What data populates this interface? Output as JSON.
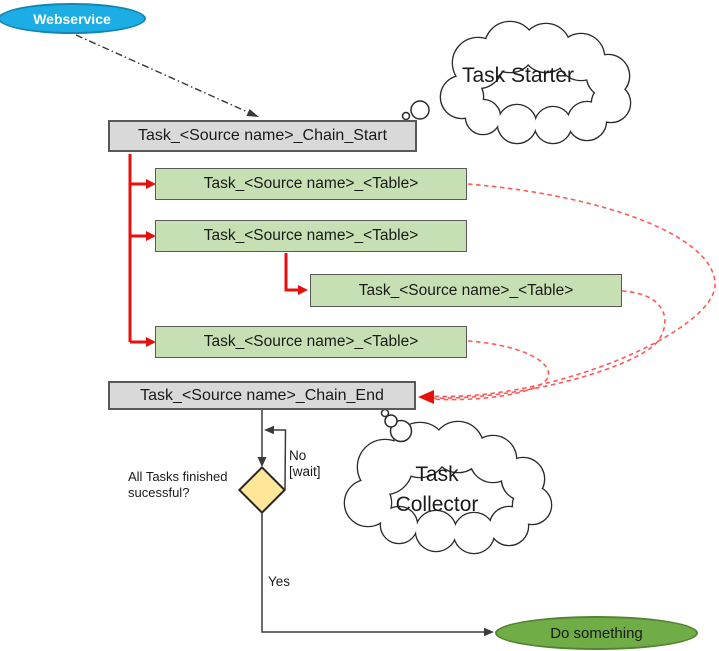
{
  "colors": {
    "red": "#e8100c",
    "red-dashed": "#ff5a5a",
    "line-black": "#3a3a3a",
    "blue-fill": "#1cade4",
    "blue-border": "#1585b5",
    "green-node-fill": "#70ad47",
    "green-node-border": "#548235",
    "task-fill": "#c6e0b4",
    "task-border": "#595959",
    "chain-fill": "#d9d9d9",
    "chain-border": "#595959",
    "diamond-fill": "#ffe699",
    "diamond-border": "#262626"
  },
  "nodes": {
    "webservice": "Webservice",
    "chain_start": "Task_<Source name>_Chain_Start",
    "task_row1": "Task_<Source name>_<Table>",
    "task_row2": "Task_<Source name>_<Table>",
    "task_sub": "Task_<Source name>_<Table>",
    "task_row3": "Task_<Source name>_<Table>",
    "chain_end": "Task_<Source name>_Chain_End",
    "do_something": "Do something"
  },
  "clouds": {
    "starter": "Task Starter",
    "collector_line1": "Task",
    "collector_line2": "Collector"
  },
  "labels": {
    "decision_question": "All Tasks finished sucessful?",
    "no": "No",
    "wait": "[wait]",
    "yes": "Yes"
  }
}
